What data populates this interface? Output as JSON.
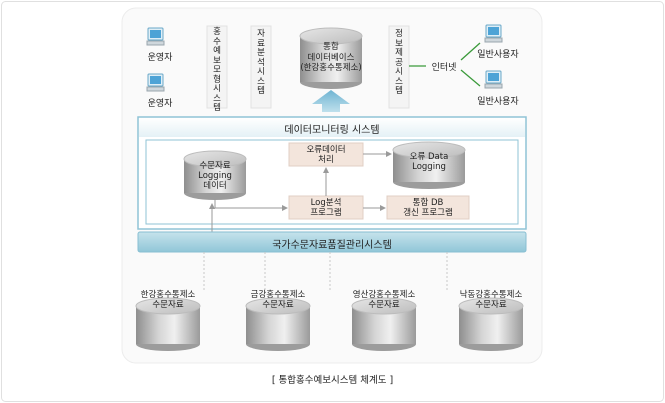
{
  "top": {
    "operator_1": "운영자",
    "operator_2": "운영자",
    "system_flood_model": "홍수예보모형시스템",
    "system_data_analysis": "자료분석시스템",
    "integrated_db_line1": "통합",
    "integrated_db_line2": "데이터베이스",
    "integrated_db_line3": "(한강홍수통제소)",
    "system_info_provide": "정보제공시스템",
    "internet": "인터넷",
    "general_user_1": "일반사용자",
    "general_user_2": "일반사용자"
  },
  "monitor": {
    "title": "데이터모니터링 시스템",
    "logging_line1": "수문자료",
    "logging_line2": "Logging",
    "logging_line3": "데이터",
    "error_process_line1": "오류데이터",
    "error_process_line2": "처리",
    "error_logging_line1": "오류 Data",
    "error_logging_line2": "Logging",
    "log_analysis_line1": "Log분석",
    "log_analysis_line2": "프로그램",
    "db_update_line1": "통합 DB",
    "db_update_line2": "갱신 프로그램"
  },
  "quality": {
    "title": "국가수문자료품질관리시스템"
  },
  "sources": [
    {
      "line1": "한강홍수통제소",
      "line2": "수문자료"
    },
    {
      "line1": "금강홍수통제소",
      "line2": "수문자료"
    },
    {
      "line1": "영산강홍수통제소",
      "line2": "수문자료"
    },
    {
      "line1": "낙동강홍수통제소",
      "line2": "수문자료"
    }
  ],
  "caption": "[  통합홍수예보시스템 체계도  ]",
  "colors": {
    "panel_border": "#d7d7d7",
    "monitor_border": "#8fc3d6",
    "quality_bar": "#a6d0de",
    "process_box": "#f3e5dc",
    "arrow_up": "#8cc5db",
    "cylinder_dark": "#9a9a9a",
    "cylinder_light": "#dcdcdc",
    "internet_line": "#3a9a3a"
  },
  "icons": [
    "computer-icon",
    "database-icon",
    "arrow-up-icon"
  ]
}
